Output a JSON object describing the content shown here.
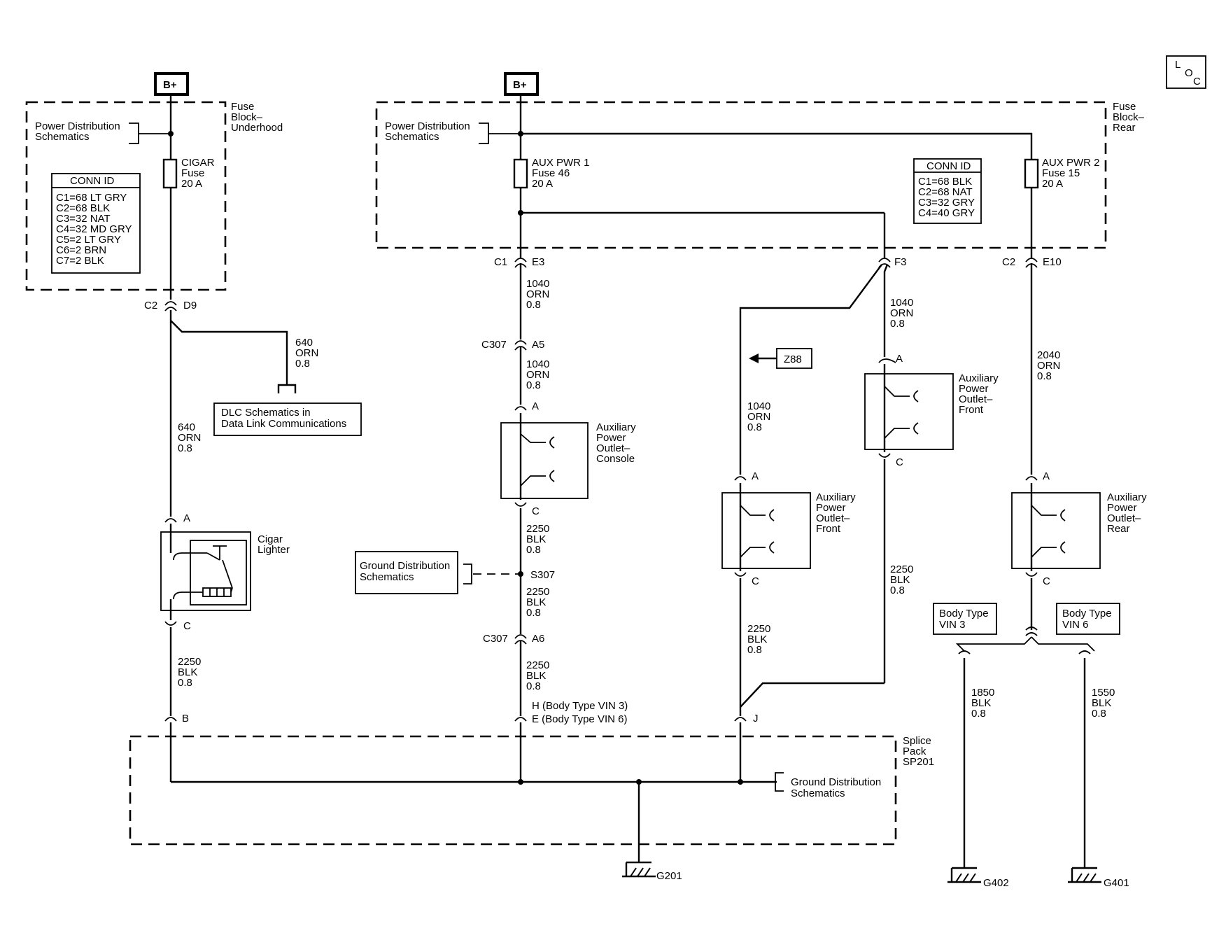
{
  "power_sources": {
    "left": "B+",
    "right": "B+"
  },
  "loc_symbol": {
    "l": "L",
    "o": "O",
    "c": "C"
  },
  "fuse_block_underhood": {
    "title": [
      "Fuse",
      "Block–",
      "Underhood"
    ],
    "power_ref": [
      "Power Distribution",
      "Schematics"
    ],
    "fuse": [
      "CIGAR",
      "Fuse",
      "20 A"
    ],
    "conn_id_title": "CONN ID",
    "conn_id": [
      "C1=68 LT GRY",
      "C2=68 BLK",
      "C3=32 NAT",
      "C4=32 MD GRY",
      "C5=2 LT GRY",
      "C6=2 BRN",
      "C7=2 BLK"
    ]
  },
  "fuse_block_rear": {
    "title": [
      "Fuse",
      "Block–",
      "Rear"
    ],
    "power_ref": [
      "Power Distribution",
      "Schematics"
    ],
    "fuse1": [
      "AUX PWR 1",
      "Fuse 46",
      "20 A"
    ],
    "fuse2": [
      "AUX PWR 2",
      "Fuse 15",
      "20 A"
    ],
    "conn_id_title": "CONN ID",
    "conn_id": [
      "C1=68 BLK",
      "C2=68  NAT",
      "C3=32 GRY",
      "C4=40 GRY"
    ]
  },
  "connectors": {
    "c2": "C2",
    "d9": "D9",
    "c1": "C1",
    "e3": "E3",
    "f3": "F3",
    "c2_rear": "C2",
    "e10": "E10",
    "c307_a": "C307",
    "a5": "A5",
    "c307_b": "C307",
    "a6": "A6",
    "s307": "S307",
    "a": "A",
    "c": "C",
    "b": "B",
    "j": "J",
    "h_e": [
      "H (Body Type VIN 3)",
      "E (Body Type VIN 6)"
    ]
  },
  "wires": {
    "w640_dlc": [
      "640",
      "ORN",
      "0.8"
    ],
    "w640_main": [
      "640",
      "ORN",
      "0.8"
    ],
    "w1040_a": [
      "1040",
      "ORN",
      "0.8"
    ],
    "w1040_b": [
      "1040",
      "ORN",
      "0.8"
    ],
    "w1040_c": [
      "1040",
      "ORN",
      "0.8"
    ],
    "w1040_d": [
      "1040",
      "ORN",
      "0.8"
    ],
    "w2040": [
      "2040",
      "ORN",
      "0.8"
    ],
    "w2250_a": [
      "2250",
      "BLK",
      "0.8"
    ],
    "w2250_b": [
      "2250",
      "BLK",
      "0.8"
    ],
    "w2250_c": [
      "2250",
      "BLK",
      "0.8"
    ],
    "w2250_d": [
      "2250",
      "BLK",
      "0.8"
    ],
    "w2250_e": [
      "2250",
      "BLK",
      "0.8"
    ],
    "w2250_f": [
      "2250",
      "BLK",
      "0.8"
    ],
    "w1850": [
      "1850",
      "BLK",
      "0.8"
    ],
    "w1550": [
      "1550",
      "BLK",
      "0.8"
    ]
  },
  "components": {
    "dlc": [
      "DLC Schematics in",
      "Data Link Communications"
    ],
    "cigar_lighter": [
      "Cigar",
      "Lighter"
    ],
    "outlet_console": [
      "Auxiliary",
      "Power",
      "Outlet–",
      "Console"
    ],
    "outlet_front_right": [
      "Auxiliary",
      "Power",
      "Outlet–",
      "Front"
    ],
    "outlet_front_mid": [
      "Auxiliary",
      "Power",
      "Outlet–",
      "Front"
    ],
    "outlet_rear": [
      "Auxiliary",
      "Power",
      "Outlet–",
      "Rear"
    ],
    "ground_dist_s307": [
      "Ground Distribution",
      "Schematics"
    ],
    "ground_dist_sp201": [
      "Ground Distribution",
      "Schematics"
    ],
    "z88": "Z88",
    "body_vin3": [
      "Body Type",
      "VIN 3"
    ],
    "body_vin6": [
      "Body Type",
      "VIN 6"
    ],
    "splice_pack": [
      "Splice",
      "Pack",
      "SP201"
    ]
  },
  "grounds": {
    "g201": "G201",
    "g402": "G402",
    "g401": "G401"
  }
}
